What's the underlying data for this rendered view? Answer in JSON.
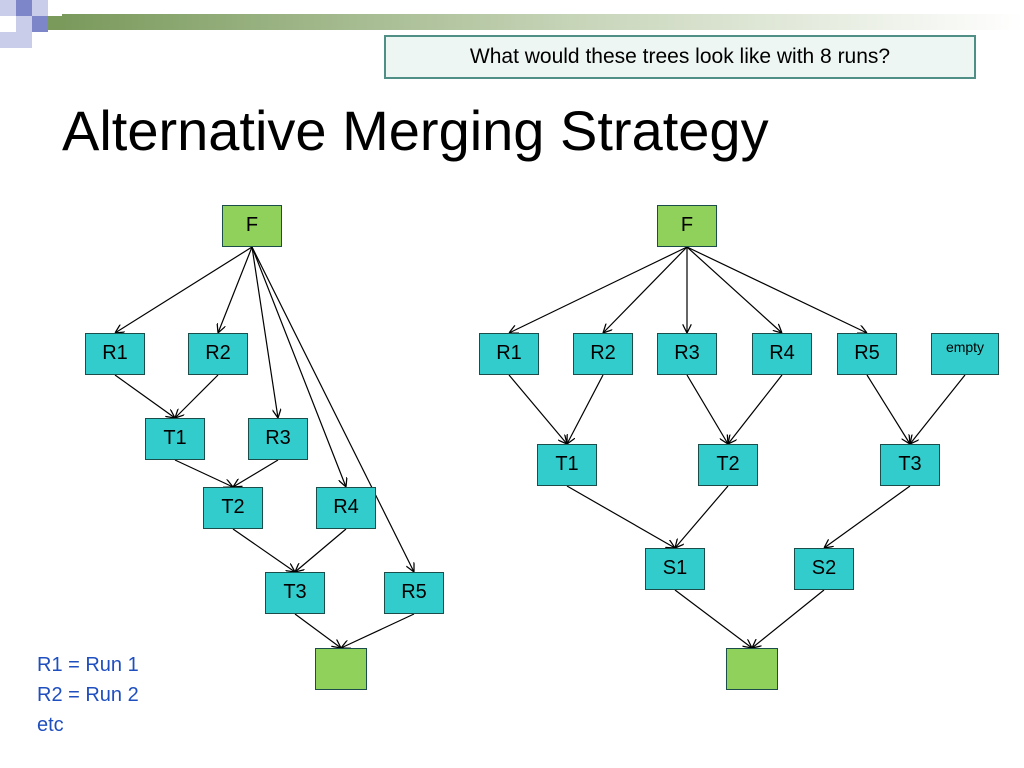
{
  "callout": {
    "text": "What would these trees look like with 8 runs?"
  },
  "slide": {
    "title": "Alternative Merging Strategy"
  },
  "legend": {
    "lines": [
      "R1 = Run 1",
      "R2 = Run 2",
      "etc"
    ]
  },
  "colors": {
    "node": "#33cccc",
    "root": "#8fd15a",
    "accent": "#4f8f86"
  },
  "trees": [
    {
      "nodes": [
        {
          "id": "F",
          "label": "F"
        },
        {
          "id": "R1",
          "label": "R1"
        },
        {
          "id": "R2",
          "label": "R2"
        },
        {
          "id": "T1",
          "label": "T1"
        },
        {
          "id": "R3",
          "label": "R3"
        },
        {
          "id": "T2",
          "label": "T2"
        },
        {
          "id": "R4",
          "label": "R4"
        },
        {
          "id": "T3",
          "label": "T3"
        },
        {
          "id": "R5",
          "label": "R5"
        },
        {
          "id": "OUT",
          "label": ""
        }
      ],
      "edges": [
        [
          "F",
          "R1"
        ],
        [
          "F",
          "R2"
        ],
        [
          "F",
          "R3"
        ],
        [
          "F",
          "R4"
        ],
        [
          "F",
          "R5"
        ],
        [
          "R1",
          "T1"
        ],
        [
          "R2",
          "T1"
        ],
        [
          "T1",
          "T2"
        ],
        [
          "R3",
          "T2"
        ],
        [
          "T2",
          "T3"
        ],
        [
          "R4",
          "T3"
        ],
        [
          "T3",
          "OUT"
        ],
        [
          "R5",
          "OUT"
        ]
      ]
    },
    {
      "nodes": [
        {
          "id": "F",
          "label": "F"
        },
        {
          "id": "R1",
          "label": "R1"
        },
        {
          "id": "R2",
          "label": "R2"
        },
        {
          "id": "R3",
          "label": "R3"
        },
        {
          "id": "R4",
          "label": "R4"
        },
        {
          "id": "R5",
          "label": "R5"
        },
        {
          "id": "E",
          "label": "empty"
        },
        {
          "id": "T1",
          "label": "T1"
        },
        {
          "id": "T2",
          "label": "T2"
        },
        {
          "id": "T3",
          "label": "T3"
        },
        {
          "id": "S1",
          "label": "S1"
        },
        {
          "id": "S2",
          "label": "S2"
        },
        {
          "id": "OUT",
          "label": ""
        }
      ],
      "edges": [
        [
          "F",
          "R1"
        ],
        [
          "F",
          "R2"
        ],
        [
          "F",
          "R3"
        ],
        [
          "F",
          "R4"
        ],
        [
          "F",
          "R5"
        ],
        [
          "R1",
          "T1"
        ],
        [
          "R2",
          "T1"
        ],
        [
          "R3",
          "T2"
        ],
        [
          "R4",
          "T2"
        ],
        [
          "R5",
          "T3"
        ],
        [
          "E",
          "T3"
        ],
        [
          "T1",
          "S1"
        ],
        [
          "T2",
          "S1"
        ],
        [
          "T3",
          "S2"
        ],
        [
          "S1",
          "OUT"
        ],
        [
          "S2",
          "OUT"
        ]
      ]
    }
  ]
}
